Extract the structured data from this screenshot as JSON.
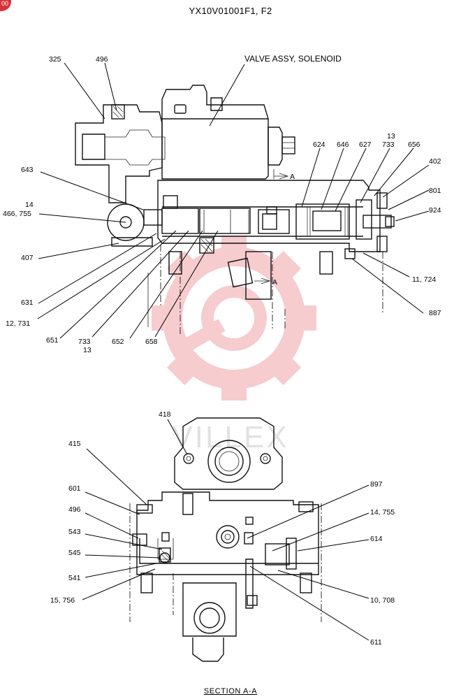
{
  "title": "YX10V01001F1, F2",
  "badge": "00",
  "watermark": "VILLEX",
  "section_caption": "SECTION  A-A",
  "top_view": {
    "assembly_label": "VALVE ASSY, SOLENOID",
    "section_mark": "A",
    "labels": [
      "325",
      "496",
      "643",
      "14",
      "466, 755",
      "407",
      "631",
      "12, 731",
      "651",
      "733",
      "13",
      "652",
      "658",
      "624",
      "646",
      "627",
      "13",
      "733",
      "656",
      "402",
      "801",
      "924",
      "11, 724",
      "887"
    ]
  },
  "bottom_view": {
    "labels": [
      "418",
      "415",
      "601",
      "496",
      "543",
      "545",
      "541",
      "15, 756",
      "897",
      "14, 755",
      "614",
      "10, 708",
      "611"
    ]
  },
  "colors": {
    "ink": "#000000",
    "watermark": "#f2b9bb",
    "badge": "#d8323a"
  }
}
